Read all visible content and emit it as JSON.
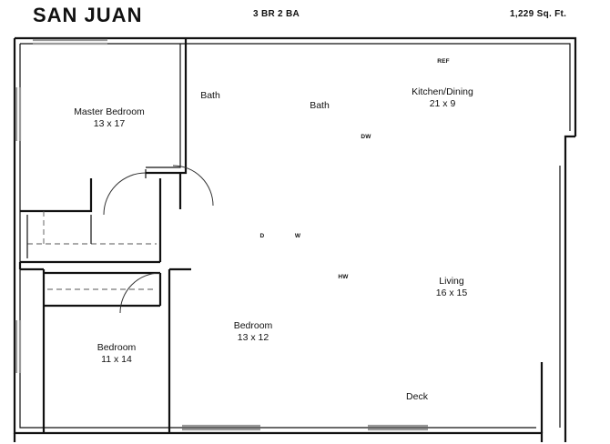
{
  "header": {
    "title": "SAN JUAN",
    "beds_baths": "3 BR 2 BA",
    "square_feet": "1,229 Sq. Ft."
  },
  "floorplan": {
    "type": "apartment-floor-plan",
    "line_color": "#111111",
    "window_color": "#9a9a9a",
    "background": "#ffffff",
    "rooms": [
      {
        "name": "Master Bedroom",
        "dimensions": "13 x 17"
      },
      {
        "name": "Bath",
        "dimensions": ""
      },
      {
        "name": "Bath",
        "dimensions": ""
      },
      {
        "name": "Kitchen/Dining",
        "dimensions": "21 x 9"
      },
      {
        "name": "Living",
        "dimensions": "16 x 15"
      },
      {
        "name": "Bedroom",
        "dimensions": "13 x 12"
      },
      {
        "name": "Bedroom",
        "dimensions": "11 x 14"
      },
      {
        "name": "Deck",
        "dimensions": ""
      }
    ],
    "appliance_tags": [
      {
        "label": "REF"
      },
      {
        "label": "DW"
      },
      {
        "label": "D"
      },
      {
        "label": "W"
      },
      {
        "label": "HW"
      }
    ]
  }
}
